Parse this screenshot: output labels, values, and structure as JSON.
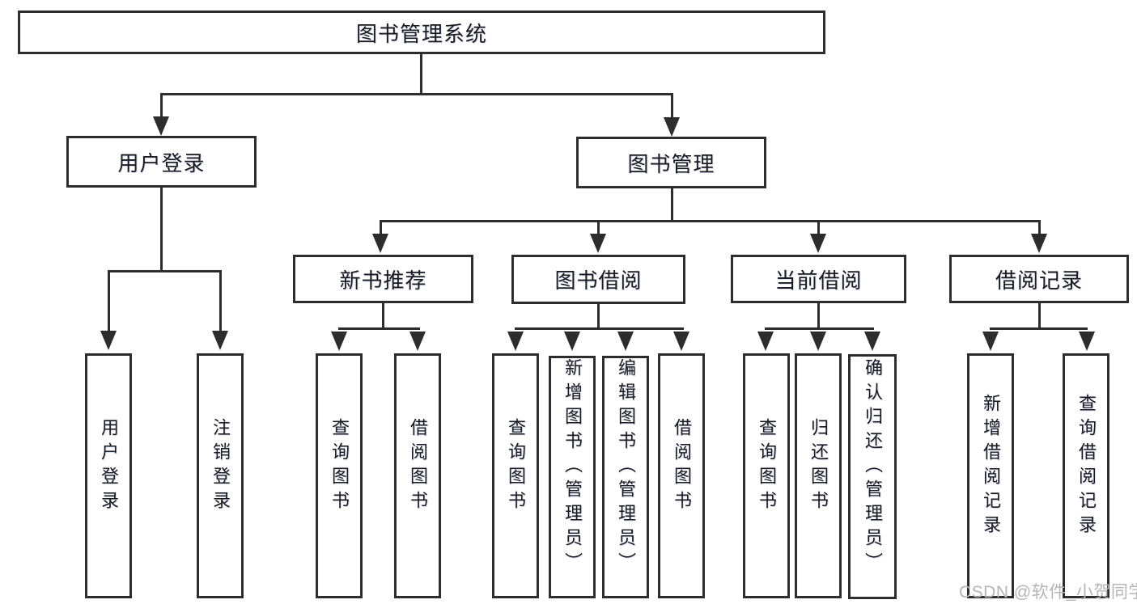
{
  "diagram_title": "图书管理系统",
  "colors": {
    "line": "#2d2d2d",
    "text": "#1b1b1d",
    "background": "#ffffff",
    "watermark": "#b5b5b5"
  },
  "nodes": {
    "root": {
      "label": "图书管理系统"
    },
    "branches": [
      {
        "label": "用户登录"
      },
      {
        "label": "图书管理"
      }
    ],
    "groups": [
      {
        "label": "新书推荐",
        "parent": "图书管理"
      },
      {
        "label": "图书借阅",
        "parent": "图书管理"
      },
      {
        "label": "当前借阅",
        "parent": "图书管理"
      },
      {
        "label": "借阅记录",
        "parent": "图书管理"
      }
    ],
    "leaves": [
      {
        "label": "用户登录",
        "parent": "用户登录"
      },
      {
        "label": "注销登录",
        "parent": "用户登录"
      },
      {
        "label": "查询图书",
        "parent": "新书推荐"
      },
      {
        "label": "借阅图书",
        "parent": "新书推荐"
      },
      {
        "label": "查询图书",
        "parent": "图书借阅"
      },
      {
        "label": "新增图书（管理员）",
        "parent": "图书借阅"
      },
      {
        "label": "编辑图书（管理员）",
        "parent": "图书借阅"
      },
      {
        "label": "借阅图书",
        "parent": "图书借阅"
      },
      {
        "label": "查询图书",
        "parent": "当前借阅"
      },
      {
        "label": "归还图书",
        "parent": "当前借阅"
      },
      {
        "label": "确认归还（管理员）",
        "parent": "当前借阅"
      },
      {
        "label": "新增借阅记录",
        "parent": "借阅记录"
      },
      {
        "label": "查询借阅记录",
        "parent": "借阅记录"
      }
    ]
  },
  "watermark": {
    "text": "CSDN @软件_小贺同学"
  }
}
